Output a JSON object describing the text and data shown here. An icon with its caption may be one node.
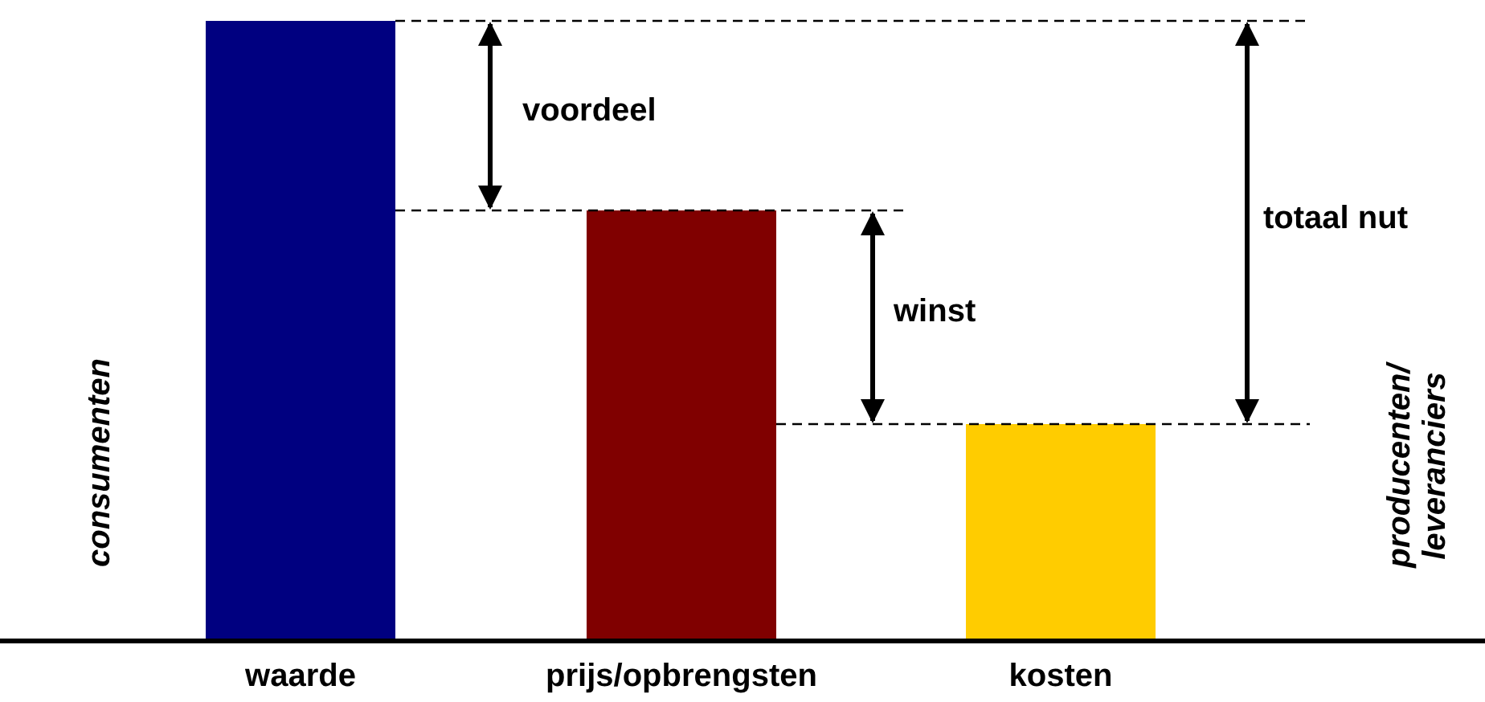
{
  "diagram": {
    "labels": [
      "voordeel",
      "totaal nut",
      "winst",
      "consumenten",
      "producenten/ leveranciers",
      "waarde",
      "prijs/opbrengsten",
      "kosten"
    ]
  }
}
